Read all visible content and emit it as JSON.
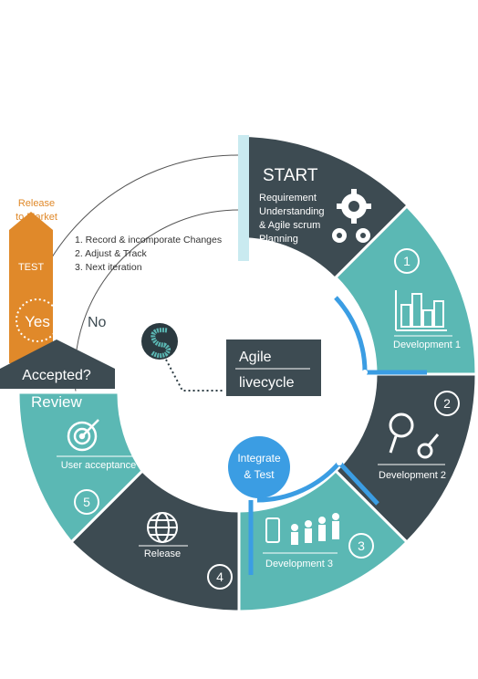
{
  "start": {
    "title": "START",
    "lines": [
      "Requirement",
      "Understanding",
      "& Agile scrum",
      "Planning"
    ]
  },
  "steps": [
    {
      "number": "1",
      "label": "Development 1"
    },
    {
      "number": "2",
      "label": "Development 2"
    },
    {
      "number": "3",
      "label": "Development 3"
    },
    {
      "number": "4",
      "label": "Release"
    },
    {
      "number": "5",
      "label": "User acceptance"
    }
  ],
  "review_label": "Review",
  "accepted_label": "Accepted?",
  "no_label": "No",
  "yes_label": "Yes",
  "test_label": "TEST",
  "release_to_market": [
    "Release",
    "to Market"
  ],
  "changes_list": [
    "1. Record & incomporate Changes",
    "2. Adjust & Track",
    "3. Next iteration"
  ],
  "center_title": [
    "Agile",
    "livecycle"
  ],
  "integrate": [
    "Integrate",
    "& Test"
  ],
  "colors": {
    "dark": "#3d4b52",
    "teal": "#5bb8b4",
    "blue": "#3b9de3",
    "orange": "#e0892a",
    "line": "#2f3e45"
  }
}
